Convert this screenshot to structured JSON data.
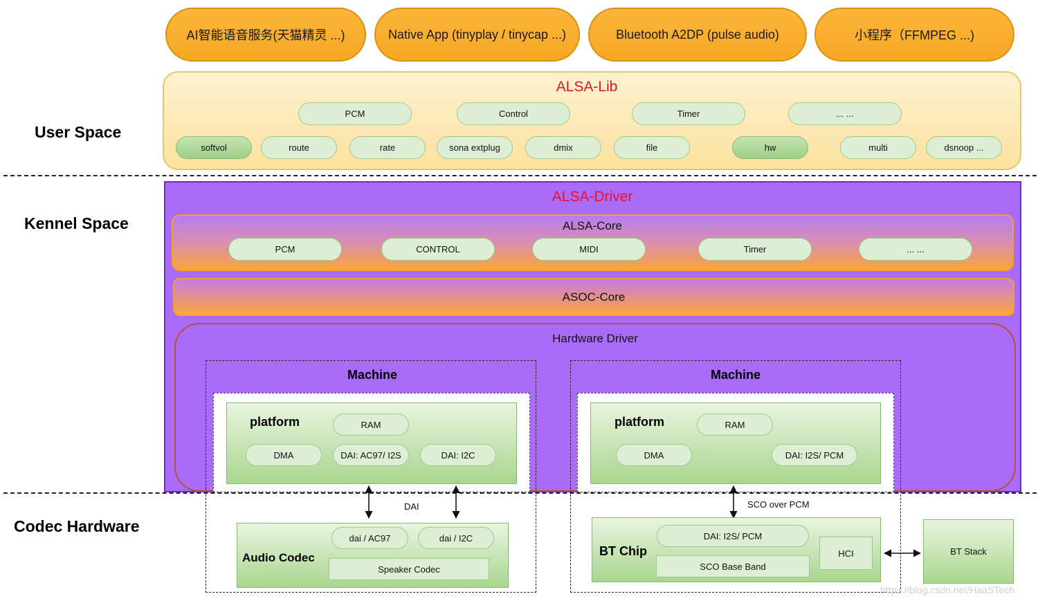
{
  "apps": [
    "AI智能语音服务(天猫精灵 ...)",
    "Native App (tinyplay / tinycap ...)",
    "Bluetooth A2DP (pulse audio)",
    "小程序（FFMPEG ...)"
  ],
  "user_space": {
    "label": "User Space",
    "lib_title": "ALSA-Lib",
    "row1": [
      "PCM",
      "Control",
      "Timer",
      "... ..."
    ],
    "row2": [
      "softvol",
      "route",
      "rate",
      "sona extplug",
      "dmix",
      "file",
      "hw",
      "multi",
      "dsnoop ..."
    ]
  },
  "kernel_space": {
    "label": "Kennel Space",
    "driver_title": "ALSA-Driver",
    "core_title": "ALSA-Core",
    "core_items": [
      "PCM",
      "CONTROL",
      "MIDI",
      "Timer",
      "... ..."
    ],
    "asoc_title": "ASOC-Core",
    "hw_driver_title": "Hardware Driver"
  },
  "left_machine": {
    "title": "Machine",
    "platform": "platform",
    "ram": "RAM",
    "dma": "DMA",
    "dai1": "DAI: AC97/ I2S",
    "dai2": "DAI: I2C"
  },
  "right_machine": {
    "title": "Machine",
    "platform": "platform",
    "ram": "RAM",
    "dma": "DMA",
    "dai": "DAI: I2S/ PCM"
  },
  "codec_hardware": {
    "label": "Codec Hardware",
    "dai_link": "DAI",
    "audio_codec": "Audio Codec",
    "dai_ac97": "dai / AC97",
    "dai_i2c": "dai / I2C",
    "speaker_codec": "Speaker Codec",
    "sco_link": "SCO over PCM",
    "bt_chip": "BT Chip",
    "bt_dai": "DAI: I2S/ PCM",
    "sco_base_band": "SCO Base Band",
    "hci": "HCI",
    "bt_stack": "BT Stack"
  },
  "watermark": "https://blog.csdn.net/HaaSTech"
}
